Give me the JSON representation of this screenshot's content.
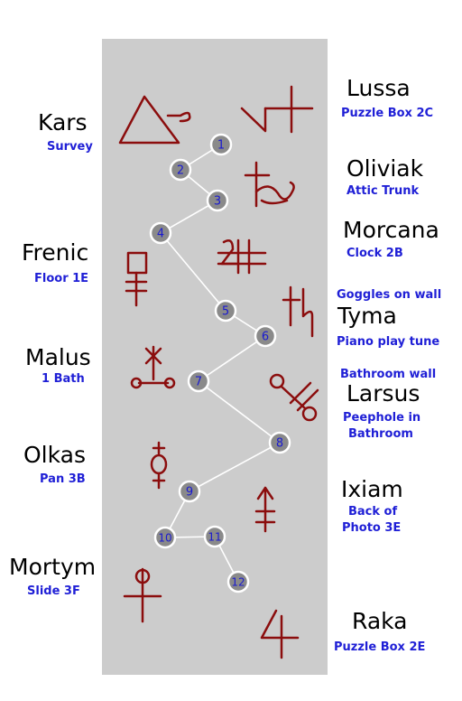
{
  "left_entries": [
    {
      "name": "Kars",
      "location": "Survey"
    },
    {
      "name": "Frenic",
      "location": "Floor 1E"
    },
    {
      "name": "Malus",
      "location": "1 Bath"
    },
    {
      "name": "Olkas",
      "location": "Pan 3B"
    },
    {
      "name": "Mortym",
      "location": "Slide 3F"
    }
  ],
  "right_entries": [
    {
      "name": "Lussa",
      "location": "Puzzle Box 2C"
    },
    {
      "name": "Oliviak",
      "location": "Attic Trunk"
    },
    {
      "name": "Morcana",
      "location": "Clock 2B"
    },
    {
      "name": "Tyma",
      "location_above": "Goggles on wall",
      "location": "Piano play tune"
    },
    {
      "name": "Larsus",
      "location_above": "Bathroom wall",
      "location_lines": [
        "Peephole in",
        "Bathroom"
      ]
    },
    {
      "name": "Ixiam",
      "location_lines": [
        "Back of",
        "Photo 3E"
      ]
    },
    {
      "name": "Raka",
      "location": "Puzzle Box 2E"
    }
  ],
  "path_nodes": [
    "1",
    "2",
    "3",
    "4",
    "5",
    "6",
    "7",
    "8",
    "9",
    "10",
    "11",
    "12"
  ],
  "colors": {
    "symbol": "#8b0d0d",
    "node_fill": "#8a8a8a",
    "node_stroke": "#ffffff",
    "node_text": "#1a1ad0",
    "panel": "#cccccc",
    "label_blue": "#1f1fd6"
  }
}
